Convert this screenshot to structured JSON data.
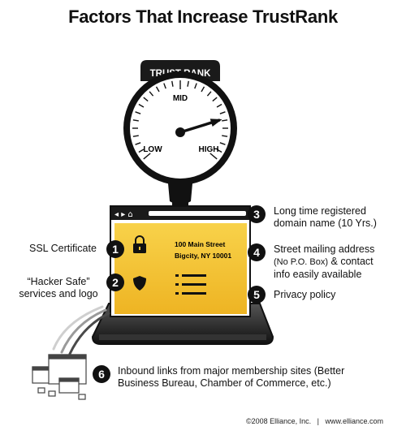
{
  "title": "Factors That Increase TrustRank",
  "gauge": {
    "header": "TRUST RANK",
    "scale_labels": {
      "low": "LOW",
      "mid": "MID",
      "high": "HIGH"
    },
    "level": 0.78
  },
  "browser": {
    "nav_glyphs": "◂ ▸ ⌂",
    "address_line1": "100 Main Street",
    "address_line2": "Bigcity, NY 10001"
  },
  "factors": [
    {
      "number": "1",
      "text": "SSL Certificate"
    },
    {
      "number": "2",
      "line1": "“Hacker Safe”",
      "line2": "services and logo"
    },
    {
      "number": "3",
      "line1": "Long time registered",
      "line2": "domain name (10 Yrs.)"
    },
    {
      "number": "4",
      "line1": "Street mailing address",
      "line2_small": "(No P.O. Box)",
      "line2_rest": " & contact",
      "line3": "info easily available"
    },
    {
      "number": "5",
      "text": "Privacy policy"
    },
    {
      "number": "6",
      "line1": "Inbound links from major membership sites (Better",
      "line2": "Business Bureau, Chamber of Commerce, etc.)"
    }
  ],
  "credit": "©2008 Elliance, Inc.   |   www.elliance.com",
  "colors": {
    "accent": "#f5c534",
    "dark": "#111111",
    "gray": "#9a9a9a"
  }
}
